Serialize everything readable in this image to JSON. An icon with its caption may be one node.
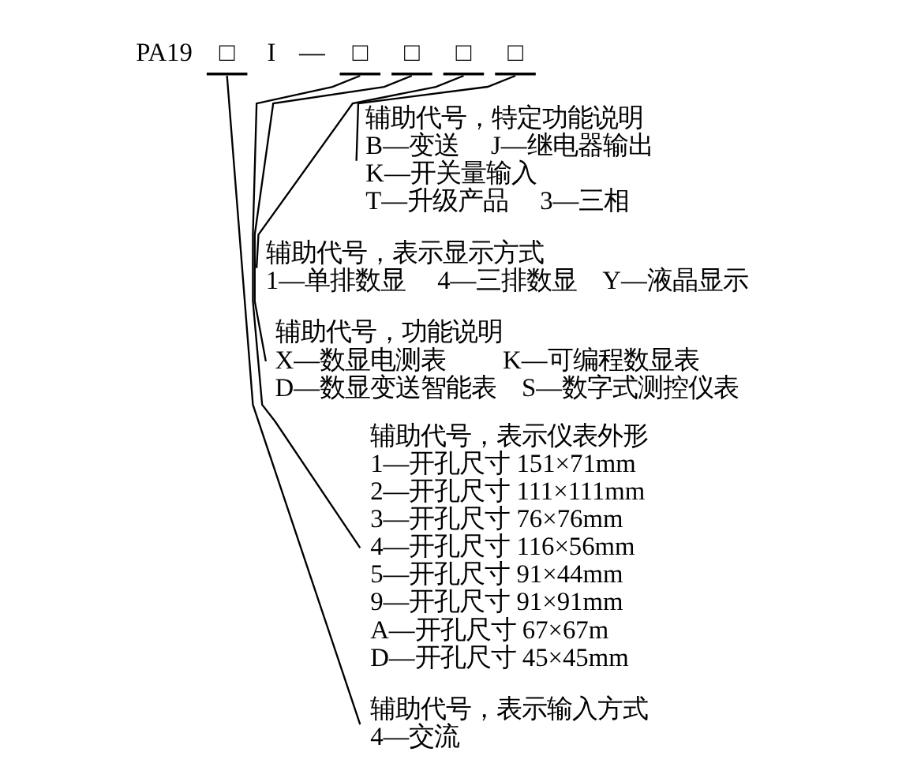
{
  "diagram": {
    "nodes": [
      {
        "text": [
          "□"
        ]
      },
      {
        "text": [
          "□"
        ]
      },
      {
        "text": [
          "□"
        ]
      },
      {
        "text": [
          "□"
        ]
      },
      {
        "text": [
          "□"
        ]
      },
      {
        "text": [
          "辅助代号，特定功能说明",
          "B—变送　 J—继电器输出",
          "K—开关量输入",
          "T—升级产品　 3—三相"
        ]
      },
      {
        "text": [
          "辅助代号，表示显示方式",
          "1—单排数显　 4—三排数显　Y—液晶显示"
        ]
      },
      {
        "text": [
          "辅助代号，功能说明",
          "X—数显电测表　　 K—可编程数显表",
          "D—数显变送智能表　S—数字式测控仪表"
        ]
      },
      {
        "text": [
          "辅助代号，表示仪表外形",
          "1—开孔尺寸 151×71mm",
          "2—开孔尺寸 111×111mm",
          "3—开孔尺寸 76×76mm",
          "4—开孔尺寸 116×56mm",
          "5—开孔尺寸 91×44mm",
          "9—开孔尺寸 91×91mm",
          "A—开孔尺寸 67×67m",
          "D—开孔尺寸 45×45mm"
        ]
      },
      {
        "text": [
          "辅助代号，表示输入方式",
          "4—交流"
        ]
      }
    ],
    "edges": [
      {
        "from": 4,
        "to": 5,
        "arrow": "none"
      },
      {
        "from": 3,
        "to": 6,
        "arrow": "none"
      },
      {
        "from": 2,
        "to": 7,
        "arrow": "none"
      },
      {
        "from": 1,
        "to": 8,
        "arrow": "none"
      },
      {
        "from": 0,
        "to": 9,
        "arrow": "none"
      }
    ],
    "labels": [
      "PA19",
      "I",
      "—"
    ]
  }
}
